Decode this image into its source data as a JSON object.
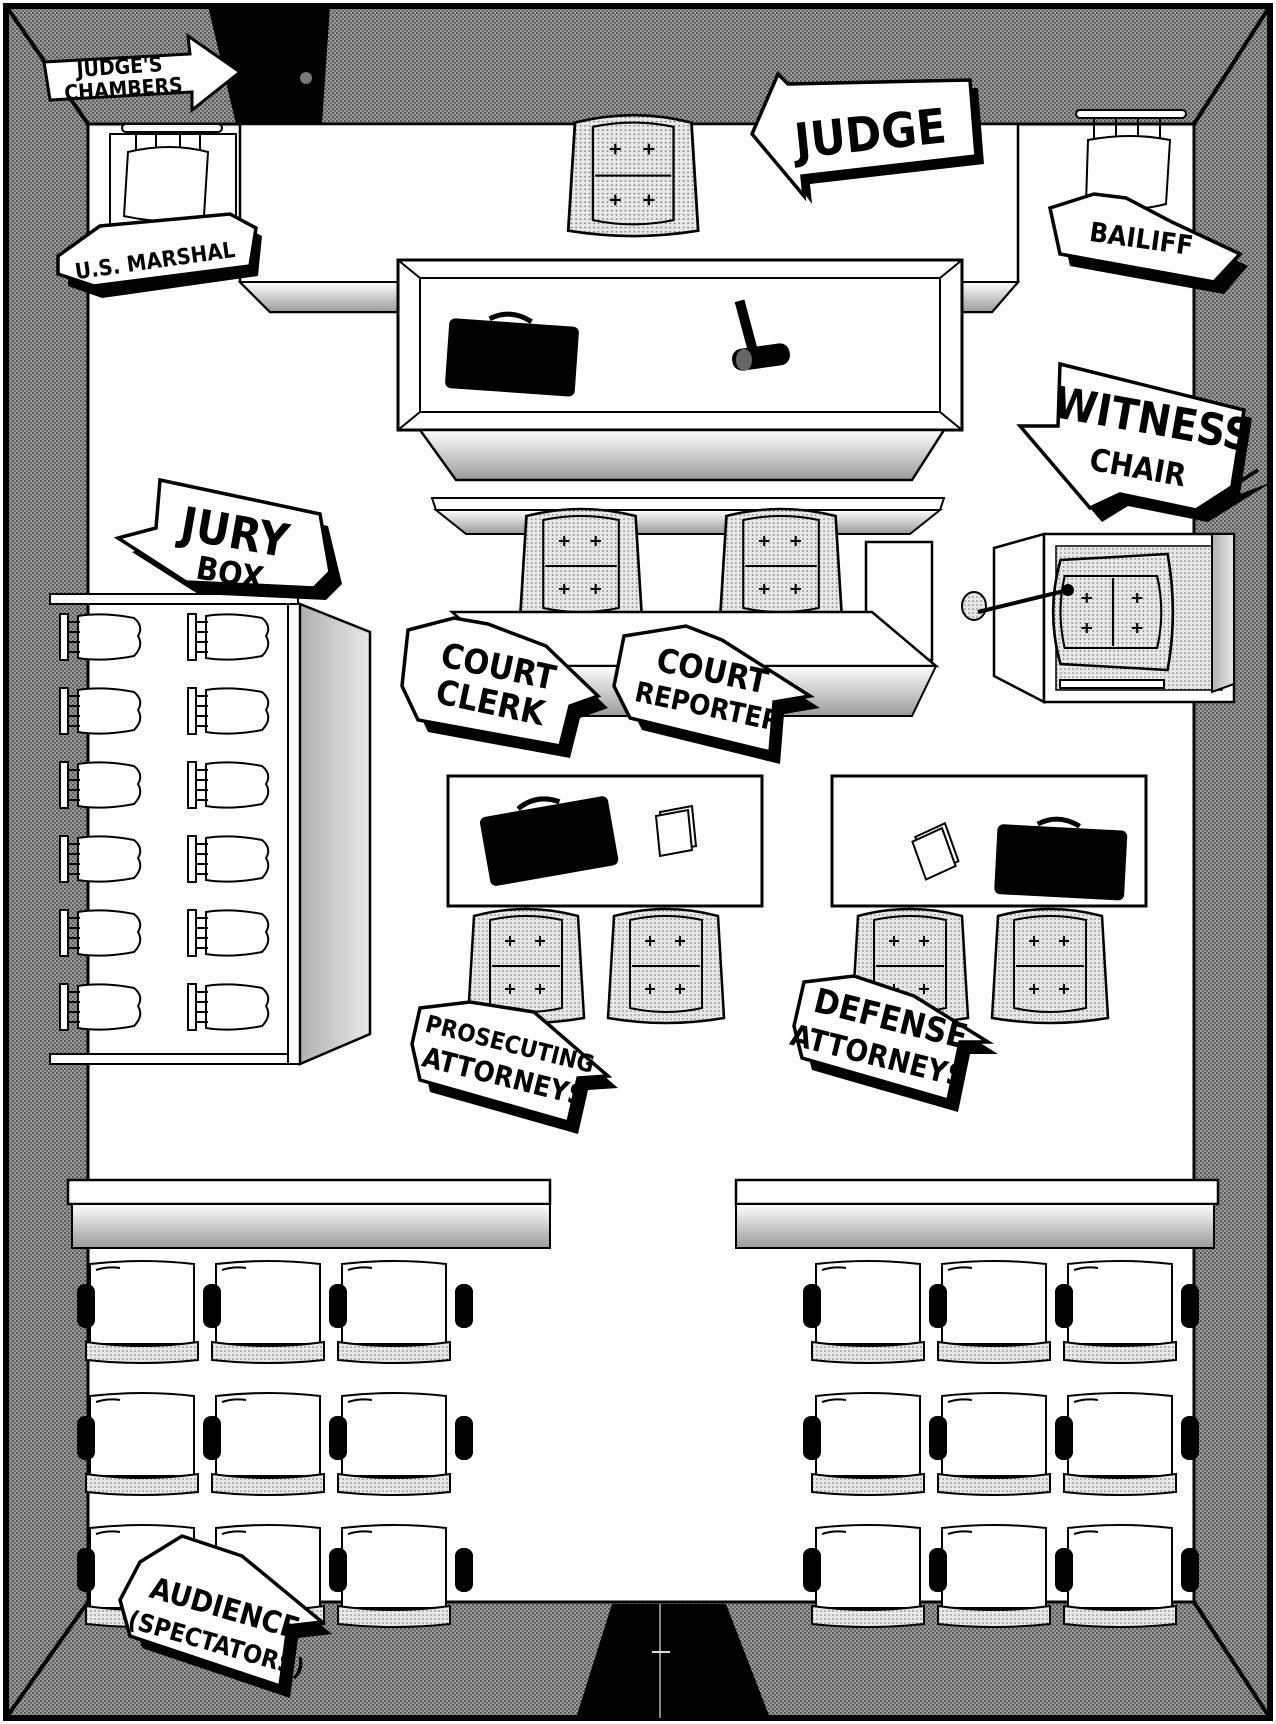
{
  "labels": {
    "judges_chambers": [
      "JUDGE'S",
      "CHAMBERS"
    ],
    "judge": "JUDGE",
    "us_marshal": "U.S. MARSHAL",
    "bailiff": "BAILIFF",
    "witness_chair": [
      "WITNESS",
      "CHAIR"
    ],
    "jury_box": [
      "JURY",
      "BOX"
    ],
    "court_clerk": [
      "COURT",
      "CLERK"
    ],
    "court_reporter": [
      "COURT",
      "REPORTER"
    ],
    "prosecuting_attorneys": [
      "PROSECUTING",
      "ATTORNEYS"
    ],
    "defense_attorneys": [
      "DEFENSE",
      "ATTORNEYS"
    ],
    "audience": [
      "AUDIENCE",
      "(SPECTATORS)"
    ]
  },
  "colors": {
    "ink": "#000000",
    "paper": "#ffffff",
    "wall": "#8a8a8a",
    "stipple": "#cfcfcf"
  }
}
